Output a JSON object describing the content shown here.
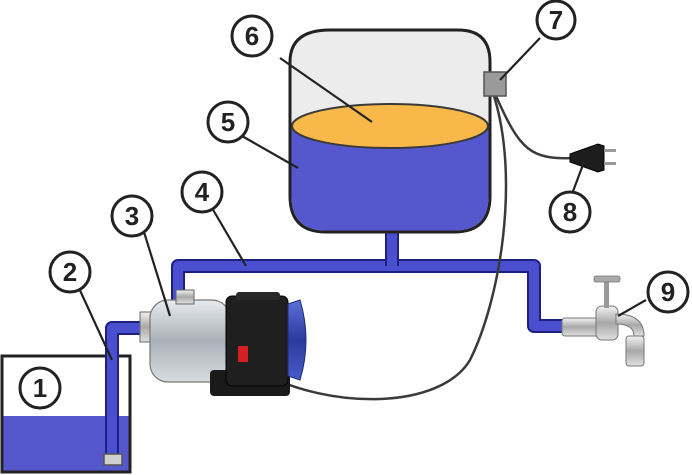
{
  "callouts": [
    {
      "id": "reservoir",
      "number": "1"
    },
    {
      "id": "suction-pipe",
      "number": "2"
    },
    {
      "id": "pump",
      "number": "3"
    },
    {
      "id": "delivery-pipe",
      "number": "4"
    },
    {
      "id": "water-tank",
      "number": "5"
    },
    {
      "id": "air-bladder",
      "number": "6"
    },
    {
      "id": "pressure-switch",
      "number": "7"
    },
    {
      "id": "power-plug",
      "number": "8"
    },
    {
      "id": "tap",
      "number": "9"
    }
  ],
  "colors": {
    "water": "#5558cc",
    "pipe": "#4a4fd0",
    "pipe_outline": "#1e2080",
    "air_bladder": "#f9b94a",
    "tank_air": "#ececec",
    "pump_motor": "#2f3fa8",
    "pump_body": "#b8bec4",
    "switch": "#9a9a9a",
    "cable": "#3a3a3a"
  }
}
